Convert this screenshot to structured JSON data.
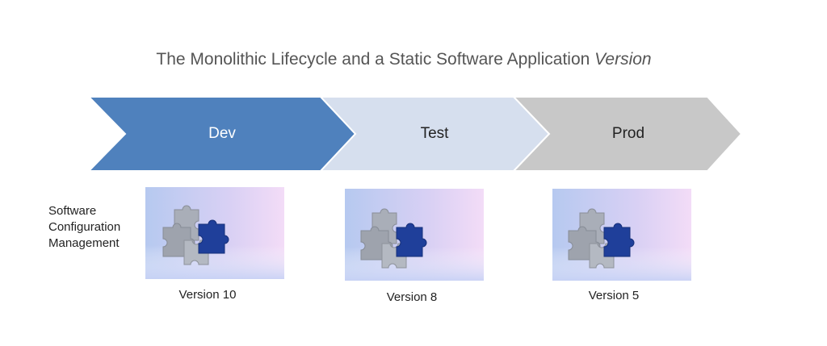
{
  "title": {
    "main": "The Monolithic Lifecycle and a Static Software Application ",
    "emphasis": "Version"
  },
  "stages": [
    {
      "label": "Dev",
      "color": "#4f81bd",
      "text_color": "#ffffff"
    },
    {
      "label": "Test",
      "color": "#d6dfee",
      "text_color": "#222222"
    },
    {
      "label": "Prod",
      "color": "#c8c8c8",
      "text_color": "#222222"
    }
  ],
  "scm_label": [
    "Software",
    "Configuration",
    "Management"
  ],
  "versions": [
    "Version 10",
    "Version 8",
    "Version 5"
  ],
  "icons": [
    "puzzle-pieces-icon",
    "puzzle-pieces-icon",
    "puzzle-pieces-icon"
  ]
}
